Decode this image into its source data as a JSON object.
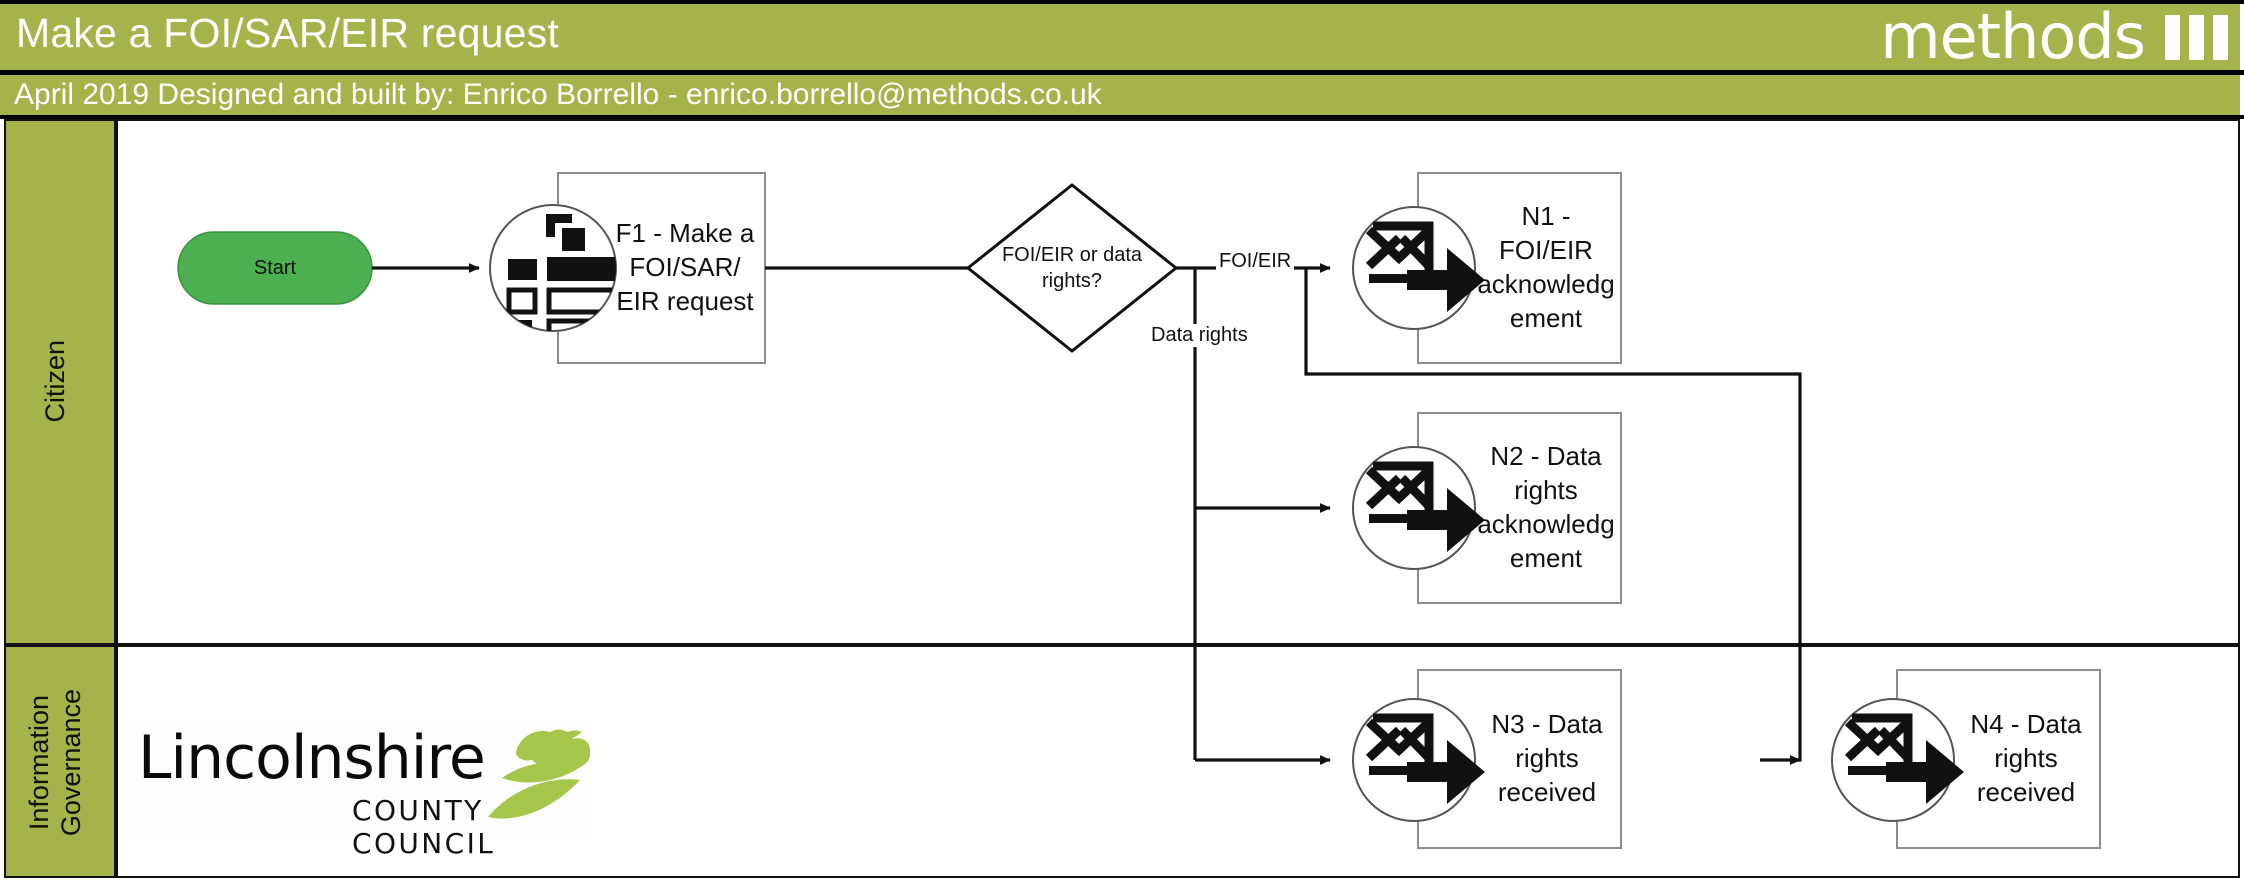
{
  "header": {
    "title": "Make a FOI/SAR/EIR request",
    "subtitle": "April 2019 Designed and built by: Enrico Borrello - enrico.borrello@methods.co.uk",
    "brand": "methods",
    "brand_bars": 3,
    "bar_color": "#a4b44a",
    "text_color": "#ffffff"
  },
  "lanes": [
    {
      "id": "citizen",
      "label": "Citizen"
    },
    {
      "id": "information-governance",
      "label": "Information\nGovernance"
    }
  ],
  "nodes": {
    "start": {
      "label": "Start",
      "shape": "rounded-pill",
      "fill": "#4caf50"
    },
    "f1": {
      "label": "F1 - Make a FOI/SAR/ EIR request",
      "icon": "form-icon",
      "shape": "process-with-icon"
    },
    "decision": {
      "label": "FOI/EIR or data rights?",
      "shape": "diamond"
    },
    "n1": {
      "label": "N1 - FOI/EIR acknowledg ement",
      "icon": "email-send-icon",
      "shape": "notify-with-icon"
    },
    "n2": {
      "label": "N2 - Data rights acknowledg ement",
      "icon": "email-send-icon",
      "shape": "notify-with-icon"
    },
    "n3": {
      "label": "N3 - Data rights received",
      "icon": "email-send-icon",
      "shape": "notify-with-icon"
    },
    "n4": {
      "label": "N4 - Data rights received",
      "icon": "email-send-icon",
      "shape": "notify-with-icon"
    }
  },
  "edge_labels": {
    "foi_eir": "FOI/EIR",
    "data_rights": "Data rights"
  },
  "footer_logo": {
    "name": "Lincolnshire",
    "subtitle": "COUNTY COUNCIL",
    "accent": "#a4c64a"
  }
}
